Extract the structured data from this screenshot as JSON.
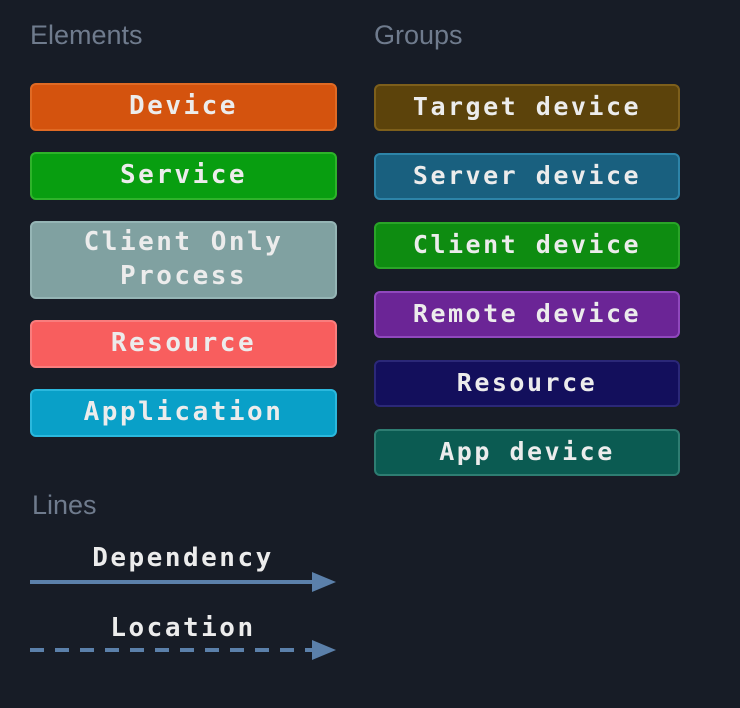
{
  "background": "#171c26",
  "text_colors": {
    "header": "#6f7b8d",
    "box_label": "#ececec"
  },
  "elements": {
    "title": "Elements",
    "items": [
      {
        "label": "Device",
        "fill": "#d4530e",
        "border": "#e06a24"
      },
      {
        "label": "Service",
        "fill": "#089e10",
        "border": "#2eb32a"
      },
      {
        "label": "Client Only Process",
        "fill": "#80a1a1",
        "border": "#95b5b5"
      },
      {
        "label": "Resource",
        "fill": "#f85e5e",
        "border": "#f97d7d"
      },
      {
        "label": "Application",
        "fill": "#09a0c8",
        "border": "#2bb8dd"
      }
    ]
  },
  "groups": {
    "title": "Groups",
    "items": [
      {
        "label": "Target device",
        "fill": "#5c430b",
        "border": "#7d5f1b"
      },
      {
        "label": "Server device",
        "fill": "#19607f",
        "border": "#2d84a8"
      },
      {
        "label": "Client device",
        "fill": "#0e8c11",
        "border": "#2aa428"
      },
      {
        "label": "Remote device",
        "fill": "#6b2596",
        "border": "#9048bd"
      },
      {
        "label": "Resource",
        "fill": "#130f5c",
        "border": "#2b2878"
      },
      {
        "label": "App device",
        "fill": "#0b5b52",
        "border": "#2e7d72"
      }
    ]
  },
  "lines": {
    "title": "Lines",
    "items": [
      {
        "label": "Dependency",
        "style": "solid",
        "color": "#5b80aa"
      },
      {
        "label": "Location",
        "style": "dashed",
        "color": "#5b80aa"
      }
    ]
  }
}
